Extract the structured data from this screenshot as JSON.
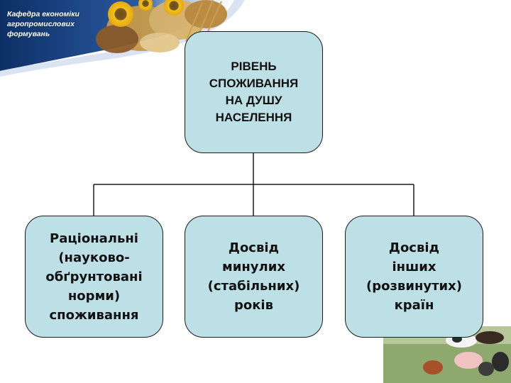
{
  "header": {
    "org_lines": [
      "Кафедра економіки",
      "агропромислових",
      "формувань"
    ]
  },
  "diagram": {
    "root": {
      "label": "РІВЕНЬ\nСПОЖИВАННЯ\nНА ДУШУ\nНАСЕЛЕННЯ"
    },
    "children": [
      {
        "label": "Раціональні\n(науково-\nобґрунтовані\nнорми)\nспоживання"
      },
      {
        "label": "Досвід\nминулих\n(стабільних)\nроків"
      },
      {
        "label": "Досвід\nінших\n(розвинутих)\nкраїн"
      }
    ]
  },
  "colors": {
    "box_fill": "#bde0e6",
    "banner_blue": "#1c3f7a",
    "border": "#1a1a1a"
  }
}
